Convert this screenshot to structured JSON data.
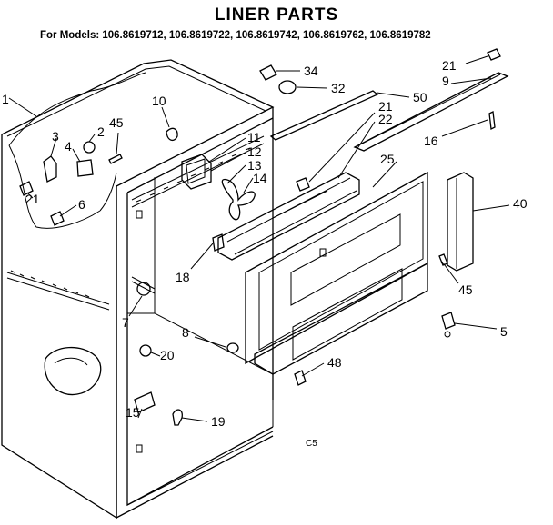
{
  "title": "LINER PARTS",
  "subtitle": "For Models: 106.8619712, 106.8619722, 106.8619742, 106.8619762, 106.8619782",
  "diagram_code": "C5",
  "callouts": {
    "c1": "1",
    "c2": "2",
    "c3": "3",
    "c4": "4",
    "c45a": "45",
    "c10": "10",
    "c21a": "21",
    "c6": "6",
    "c11": "11",
    "c12": "12",
    "c13": "13",
    "c14": "14",
    "c18": "18",
    "c7": "7",
    "c8": "8",
    "c20": "20",
    "c15": "15",
    "c19": "19",
    "c34": "34",
    "c32": "32",
    "c50": "50",
    "c21b": "21",
    "c22": "22",
    "c21c": "21",
    "c9": "9",
    "c16": "16",
    "c25": "25",
    "c40": "40",
    "c45b": "45",
    "c5": "5",
    "c48": "48"
  }
}
